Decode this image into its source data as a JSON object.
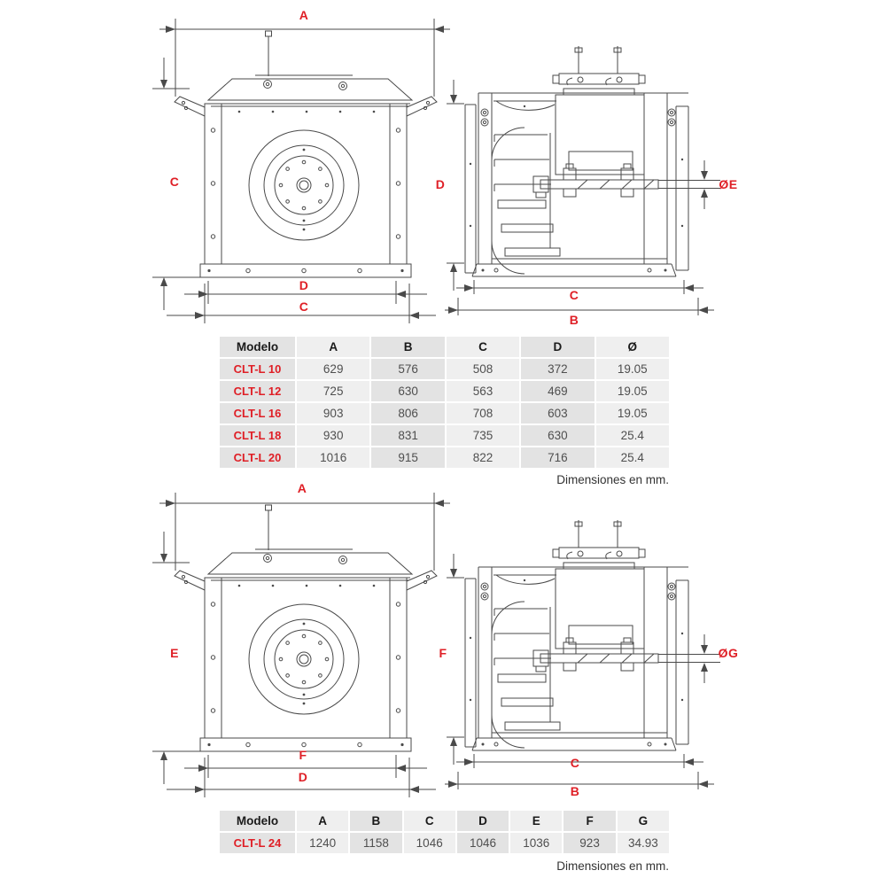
{
  "colors": {
    "accent_red": "#df1f26",
    "stripe_dark": "#e3e3e3",
    "stripe_light": "#efefef",
    "line_gray": "#4a4a4a"
  },
  "figure1": {
    "front": {
      "dim_top": "A",
      "dim_left": "C",
      "dim_bottom_inner": "D",
      "dim_bottom_outer": "C"
    },
    "side": {
      "dim_left": "D",
      "dim_shaft": "ØE",
      "dim_bottom_inner": "C",
      "dim_bottom_outer": "B"
    }
  },
  "table1": {
    "columns": [
      "Modelo",
      "A",
      "B",
      "C",
      "D",
      "Ø"
    ],
    "rows": [
      [
        "CLT-L 10",
        "629",
        "576",
        "508",
        "372",
        "19.05"
      ],
      [
        "CLT-L 12",
        "725",
        "630",
        "563",
        "469",
        "19.05"
      ],
      [
        "CLT-L 16",
        "903",
        "806",
        "708",
        "603",
        "19.05"
      ],
      [
        "CLT-L 18",
        "930",
        "831",
        "735",
        "630",
        "25.4"
      ],
      [
        "CLT-L 20",
        "1016",
        "915",
        "822",
        "716",
        "25.4"
      ]
    ],
    "note": "Dimensiones en mm."
  },
  "figure2": {
    "front": {
      "dim_top": "A",
      "dim_left": "E",
      "dim_bottom_inner": "F",
      "dim_bottom_outer": "D"
    },
    "side": {
      "dim_left": "F",
      "dim_shaft": "ØG",
      "dim_bottom_inner": "C",
      "dim_bottom_outer": "B"
    }
  },
  "table2": {
    "columns": [
      "Modelo",
      "A",
      "B",
      "C",
      "D",
      "E",
      "F",
      "G"
    ],
    "rows": [
      [
        "CLT-L 24",
        "1240",
        "1158",
        "1046",
        "1046",
        "1036",
        "923",
        "34.93"
      ]
    ],
    "note": "Dimensiones en mm."
  }
}
